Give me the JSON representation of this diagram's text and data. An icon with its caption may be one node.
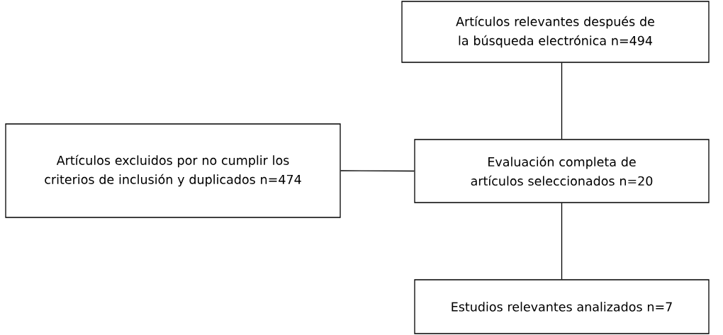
{
  "diagram": {
    "nodes": [
      {
        "text": [
          "Artículos relevantes después de la búsqueda electrónica n=494"
        ]
      },
      {
        "text": [
          "Artículos excluidos por no cumplir los criterios de inclusión y duplicados n=474"
        ]
      },
      {
        "text": [
          "Evaluación completa de artículos seleccionados n=20"
        ]
      },
      {
        "text": [
          "Estudios relevantes analizados n=7"
        ]
      }
    ],
    "edges": [
      {
        "from": 0,
        "to": 2,
        "arrow": "none"
      },
      {
        "from": 1,
        "to": 2,
        "arrow": "none"
      },
      {
        "from": 2,
        "to": 3,
        "arrow": "none"
      }
    ]
  }
}
